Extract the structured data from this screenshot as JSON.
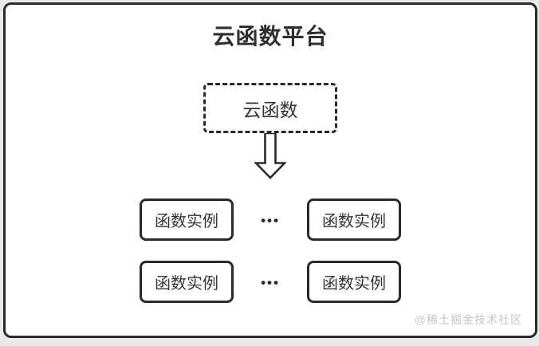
{
  "page": {
    "title": "云函数平台",
    "watermark": "@稀土掘金技术社区"
  },
  "diagram": {
    "root": {
      "label": "云函数"
    },
    "arrow_icon": "down-block-arrow-icon",
    "rows": [
      {
        "left": "函数实例",
        "ellipsis": "•••",
        "right": "函数实例"
      },
      {
        "left": "函数实例",
        "ellipsis": "•••",
        "right": "函数实例"
      }
    ]
  },
  "colors": {
    "line": "#2a2a2a",
    "text": "#333333",
    "canvas": "#ffffff",
    "outer_background": "#e9e9e9",
    "watermark": "#c3c3c3"
  }
}
